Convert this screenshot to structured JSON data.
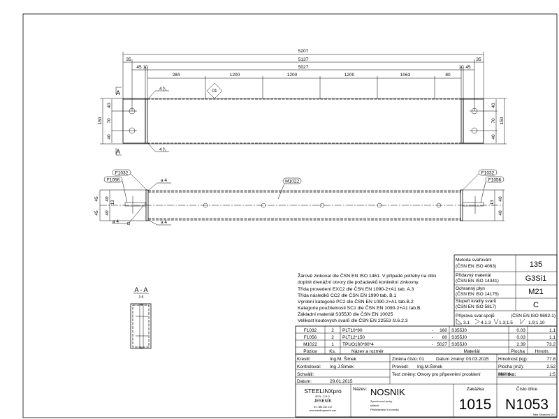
{
  "drawing": {
    "top_view": {
      "dim_overall": "5207",
      "dim_plates": "5137",
      "dim_beam": "5027",
      "dim_end_left": "35",
      "dim_end_right": "35",
      "dim_hole_left": "45",
      "dim_hole_right": "45",
      "dim_plate_t_left": "10",
      "dim_plate_t_right": "10",
      "chain": [
        "284",
        "1200",
        "1200",
        "1200",
        "1063",
        "80"
      ],
      "plate_dims": [
        "40",
        "70",
        "40"
      ],
      "plate_height": "150",
      "part_mark": "01",
      "weld_top": "4",
      "weld_bottom": "4",
      "section_mark": "A"
    },
    "side_view": {
      "labels": [
        "F1032",
        "F1056",
        "M1022"
      ],
      "weld": "a 4",
      "dims_outer": [
        "45",
        "45"
      ],
      "dims_inner": [
        "40",
        "40"
      ],
      "slot": "13"
    },
    "section": {
      "title": "A - A",
      "scale": "1:5"
    }
  },
  "notes": [
    "Žárově zinkovat dle ČSN EN ISO 1461. V případě potřeby na dílci",
    "doplnit drenážní otvory dle požadavků konkrétní zinkovny.",
    "Třída provedení EXC2 dle ČSN EN 1090-2+A1 tab. A.3",
    "Třída následků CC2 dle ČSN EN 1990 tab. B.1",
    "Výrobní kategorie PC2 dle ČSN EN 1090-2+A1 tab.B.2",
    "Kategorie použitelnosti SC1 dle ČSN EN 1090-2+A1 tab.B.",
    "Základní materiál S355J0 dle ČSN EN 10025",
    "Velikost koutových svarů dle ČSN EN 22553 čl.6.2.3"
  ],
  "weld_table": [
    {
      "label": [
        "Metoda svařování",
        "(ČSN EN ISO 4063)"
      ],
      "value": "135"
    },
    {
      "label": [
        "Přídavný materiál",
        "(ČSN EN ISO 14341)"
      ],
      "value": "G3Si1"
    },
    {
      "label": [
        "Ochranný plyn",
        "(ČSN EN ISO 14175)"
      ],
      "value": "M21"
    },
    {
      "label": [
        "Stupeň kvality svarů",
        "(ČSN EN ISO 5817)"
      ],
      "value": "C"
    }
  ],
  "joint_prep": {
    "title": "Příprava svar.spojů",
    "standard": "(ČSN EN ISO 9692-1)",
    "items": [
      "3.1",
      "4.1.3",
      "1.3;1.5",
      "1.9;1.10"
    ]
  },
  "parts": {
    "headers": [
      "Pozice",
      "Ks.",
      "Název a rozměr",
      "Materiál",
      "Plocha",
      "Hmotn."
    ],
    "rows": [
      {
        "pos": "F1032",
        "qty": "2",
        "name": "PLT10*90",
        "dash": "-",
        "len": "160",
        "mat": "S355J0",
        "area": "0.03",
        "mass": "1.1"
      },
      {
        "pos": "F1056",
        "qty": "2",
        "name": "PLT12*150",
        "dash": "-",
        "len": "80",
        "mat": "S355J0",
        "area": "0.03",
        "mass": "1.1"
      },
      {
        "pos": "M1022",
        "qty": "1",
        "name": "TPUO160*80*4",
        "dash": "-",
        "len": "5027",
        "mat": "S355J0",
        "area": "2.39",
        "mass": "73.2"
      }
    ]
  },
  "title_block": {
    "drawn_label": "Kreslil:",
    "drawn": "Ing.M. Šimek",
    "checked_label": "Kontroloval:",
    "checked": "Ing J.Šimek",
    "approved_label": "Schválil:",
    "date_label": "Datum:",
    "date": "29.01.2015",
    "change_no_label": "Změna číslo:",
    "change_no": "01",
    "change_date_label": "Datum změny:",
    "change_date": "03.03.2015",
    "made_label": "Provedl:",
    "made": "Ing.M.Šimek",
    "change_text_label": "Text změny:",
    "change_text": "Otvory pro připevnění prosklení",
    "weight_label": "Hmotnost (kg):",
    "weight": "77.8",
    "area_label": "Plocha (m2):",
    "area": "2.52",
    "scale_label": "Měřítko:",
    "scale": "1:5",
    "company": "STEELINXpro",
    "company_sub": "SPOL. S R.O.",
    "company_city": "JESENÍK",
    "company_tel": "tel.: 584 402 212",
    "company_web": "www.steelinxjesenik.com",
    "name_label": "Název:",
    "name": "NOSNIK",
    "project_lines": [
      "Zpevňovací prvky",
      "skleník",
      "Příslušenství k nosníku"
    ],
    "order_label": "Zakázka",
    "order": "1015",
    "part_label": "Číslo dílce",
    "part": "N1053",
    "software": "Tekla Structures 19.1"
  }
}
